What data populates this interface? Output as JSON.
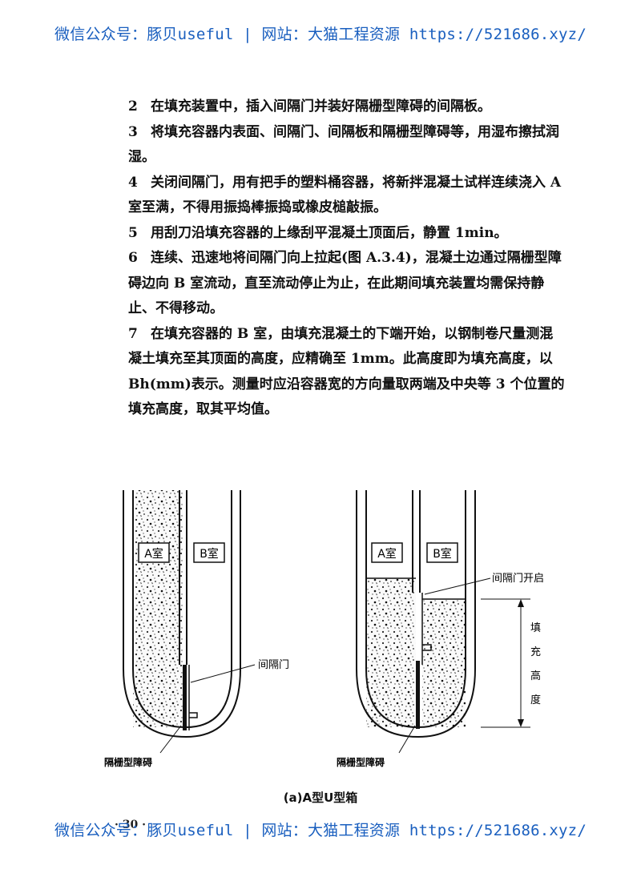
{
  "watermark": "微信公众号：豚贝useful | 网站：大猫工程资源 https://521686.xyz/",
  "paragraphs": [
    {
      "num": "2",
      "text": "在填充装置中，插入间隔门并装好隔栅型障碍的间隔板。"
    },
    {
      "num": "3",
      "text": "将填充容器内表面、间隔门、间隔板和隔栅型障碍等，用湿布擦拭润湿。"
    },
    {
      "num": "4",
      "text": "关闭间隔门，用有把手的塑料桶容器，将新拌混凝土试样连续浇入 A 室至满，不得用振捣棒振捣或橡皮槌敲振。"
    },
    {
      "num": "5",
      "text": "用刮刀沿填充容器的上缘刮平混凝土顶面后，静置 1min。"
    },
    {
      "num": "6",
      "text": "连续、迅速地将间隔门向上拉起(图 A.3.4)，混凝土边通过隔栅型障碍边向 B 室流动，直至流动停止为止，在此期间填充装置均需保持静止、不得移动。"
    },
    {
      "num": "7",
      "text": "在填充容器的 B 室，由填充混凝土的下端开始，以钢制卷尺量测混凝土填充至其顶面的高度，应精确至 1mm。此高度即为填充高度，以 Bh(mm)表示。测量时应沿容器宽的方向量取两端及中央等 3 个位置的填充高度，取其平均值。"
    }
  ],
  "figure": {
    "left": {
      "room_a": "A室",
      "room_b": "B室",
      "gate_label": "间隔门",
      "barrier_label": "隔栅型障碍"
    },
    "right": {
      "room_a": "A室",
      "room_b": "B室",
      "gate_open_label": "间隔门开启",
      "fill_height_label": [
        "填",
        "充",
        "高",
        "度"
      ],
      "barrier_label": "隔栅型障碍"
    },
    "caption": "(a)A型U型箱"
  },
  "page_number": "· 30 ·"
}
